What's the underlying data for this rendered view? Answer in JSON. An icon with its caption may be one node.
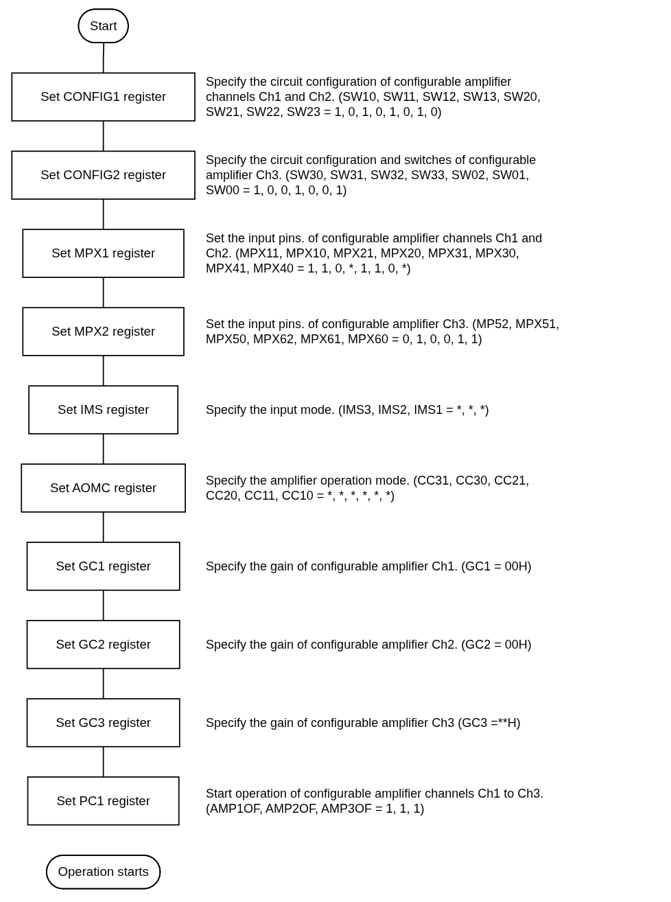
{
  "diagram": {
    "nodes": [
      {
        "text": [
          "Start"
        ]
      },
      {
        "text": [
          "Set CONFIG1 register"
        ],
        "beside": [
          "Specify the circuit configuration of configurable amplifier channels Ch1 and Ch2. (SW10, SW11, SW12, SW13, SW20, SW21, SW22, SW23 = 1, 0, 1, 0, 1, 0, 1, 0)"
        ]
      },
      {
        "text": [
          "Set CONFIG2 register"
        ],
        "beside": [
          "Specify the circuit configuration and switches of configurable amplifier Ch3. (SW30, SW31, SW32, SW33, SW02, SW01, SW00 = 1, 0, 0, 1, 0, 0, 1)"
        ]
      },
      {
        "text": [
          "Set MPX1 register"
        ],
        "beside": [
          "Set the input pins. of configurable amplifier channels Ch1 and Ch2. (MPX11, MPX10, MPX21, MPX20, MPX31, MPX30, MPX41, MPX40 = 1, 1, 0, *, 1, 1, 0, *)"
        ]
      },
      {
        "text": [
          "Set MPX2 register"
        ],
        "beside": [
          "Set the input pins. of configurable amplifier Ch3. (MP52, MPX51, MPX50, MPX62, MPX61, MPX60 = 0, 1, 0, 0, 1, 1)"
        ]
      },
      {
        "text": [
          "Set IMS register"
        ],
        "beside": [
          "Specify the input mode. (IMS3, IMS2, IMS1 = *, *, *)"
        ]
      },
      {
        "text": [
          "Set AOMC register"
        ],
        "beside": [
          "Specify the amplifier operation mode. (CC31, CC30, CC21, CC20, CC11, CC10 = *, *, *, *, *, *)"
        ]
      },
      {
        "text": [
          "Set GC1 register"
        ],
        "beside": [
          "Specify the gain of configurable amplifier Ch1. (GC1 = 00H)"
        ]
      },
      {
        "text": [
          "Set GC2 register"
        ],
        "beside": [
          "Specify the gain of configurable amplifier Ch2. (GC2 = 00H)"
        ]
      },
      {
        "text": [
          "Set GC3 register"
        ],
        "beside": [
          "Specify the gain of configurable amplifier Ch3 (GC3 =**H)"
        ]
      },
      {
        "text": [
          "Set PC1 register"
        ],
        "beside": [
          "Start operation of configurable amplifier channels Ch1 to Ch3. (AMP1OF, AMP2OF, AMP3OF = 1, 1, 1)"
        ]
      },
      {
        "text": [
          "Operation starts"
        ]
      }
    ],
    "edges": [
      {
        "from": 0,
        "to": 1,
        "arrow": "none"
      },
      {
        "from": 1,
        "to": 2,
        "arrow": "none"
      },
      {
        "from": 2,
        "to": 3,
        "arrow": "none"
      },
      {
        "from": 3,
        "to": 4,
        "arrow": "none"
      },
      {
        "from": 4,
        "to": 5,
        "arrow": "none"
      },
      {
        "from": 5,
        "to": 6,
        "arrow": "none"
      },
      {
        "from": 6,
        "to": 7,
        "arrow": "none"
      },
      {
        "from": 7,
        "to": 8,
        "arrow": "none"
      },
      {
        "from": 8,
        "to": 9,
        "arrow": "none"
      },
      {
        "from": 9,
        "to": 10,
        "arrow": "none"
      }
    ]
  }
}
